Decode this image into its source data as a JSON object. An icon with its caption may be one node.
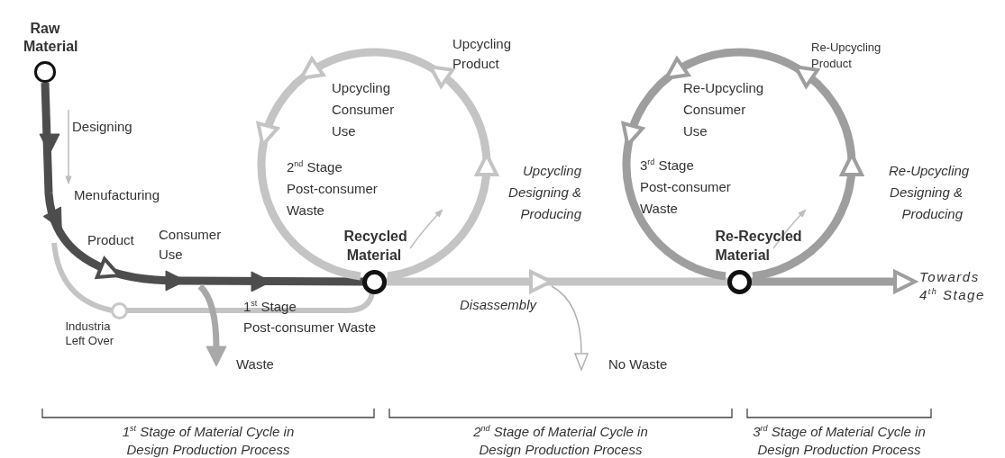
{
  "diagram": {
    "nodes": [
      {
        "text": [
          "Raw Material"
        ]
      },
      {
        "text": [
          "Recycled Material"
        ]
      },
      {
        "text": [
          "Re-Recycled Material"
        ]
      },
      {
        "text": [
          "Industria Left Over"
        ]
      },
      {
        "text": [
          "Waste"
        ]
      },
      {
        "text": [
          "No Waste"
        ]
      },
      {
        "text": [
          "Towards 4$^{th}$ Stage"
        ]
      }
    ],
    "edges": [
      {
        "from": 0,
        "to": 1,
        "arrow": "to",
        "color": "#4d4d4d"
      },
      {
        "from": 1,
        "to": 1,
        "arrow": "to",
        "color": "#c4c4c4"
      },
      {
        "from": null,
        "to": 3,
        "arrow": "none",
        "color": "#c4c4c4"
      },
      {
        "from": 3,
        "to": 1,
        "arrow": "none",
        "color": "#c4c4c4"
      },
      {
        "from": null,
        "to": 4,
        "arrow": "to",
        "color": "#a8a8a8"
      },
      {
        "from": 1,
        "to": 2,
        "arrow": "to",
        "color": "#c4c4c4"
      },
      {
        "from": null,
        "to": 5,
        "arrow": "to",
        "color": "#b0b0b0"
      },
      {
        "from": 2,
        "to": 2,
        "arrow": "to",
        "color": "#9e9e9e"
      },
      {
        "from": 2,
        "to": 6,
        "arrow": "to",
        "color": "#9e9e9e"
      }
    ],
    "labels": [
      "Designing",
      "Upcycling Product",
      "Re-Upcycling Product",
      "Upcycling Consumer Use",
      "Re-Upcycling Consumer Use",
      "2$^{nd}$ Stage Post-consumer Waste",
      "Upcycling Designing & Producing",
      "3$^{rd}$ Stage Post-consumer Waste",
      "Re-Upcycling Designing & Producing",
      "Menufacturing",
      "Product",
      "Consumer Use",
      "1$^{st}$ Stage Post-consumer Waste",
      "Disassembly",
      "1$^{st}$ Stage of Material Cycle in Design Production Process",
      "2$^{nd}$ Stage of Material Cycle in Design Production Process",
      "3$^{rd}$ Stage of Material Cycle in Design Production Process"
    ]
  }
}
